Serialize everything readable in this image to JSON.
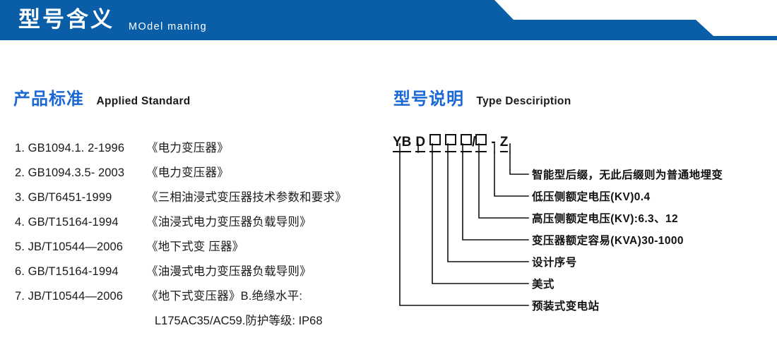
{
  "header": {
    "title": "型号含义",
    "subtitle": "MOdel maning",
    "band_color": "#0a5ea7"
  },
  "sections": {
    "standards": {
      "heading_cn": "产品标准",
      "heading_en": "Applied Standard",
      "heading_color": "#1a68d4",
      "items": [
        {
          "index": "1.",
          "code": "GB1094.1. 2-1996",
          "title": "《电力变压器》"
        },
        {
          "index": "2.",
          "code": "GB1094.3.5- 2003",
          "title": "《电力变压器》"
        },
        {
          "index": "3.",
          "code": "GB/T6451-1999",
          "title": "《三相油浸式变压器技术参数和要求》"
        },
        {
          "index": "4.",
          "code": "GB/T15164-1994",
          "title": "《油浸式电力变压器负载导则》"
        },
        {
          "index": "5.",
          "code": "JB/T10544—2006",
          "title": "《地下式变 压器》"
        },
        {
          "index": "6.",
          "code": "GB/T15164-1994",
          "title": "《油漫式电力变压器负载导则》"
        },
        {
          "index": "7.",
          "code": "JB/T10544—2006",
          "title": "《地下式变压器》B.绝缘水平:"
        }
      ],
      "continuation": "L175AC35/AC59.防护等级: IP68"
    },
    "type_description": {
      "heading_cn": "型号说明",
      "heading_en": "Type Desciription",
      "heading_color": "#1a68d4",
      "code_parts": {
        "yb": "YB",
        "d": "D",
        "slash": "/",
        "dash": "-",
        "z": "Z"
      },
      "labels": [
        "智能型后缀，无此后缀则为普通地埋变",
        "低压侧额定电压(KV)0.4",
        "高压侧额定电压(KV):6.3、12",
        "变压器额定容易(KVA)30-1000",
        "设计序号",
        "美式",
        "预装式变电站"
      ]
    }
  }
}
